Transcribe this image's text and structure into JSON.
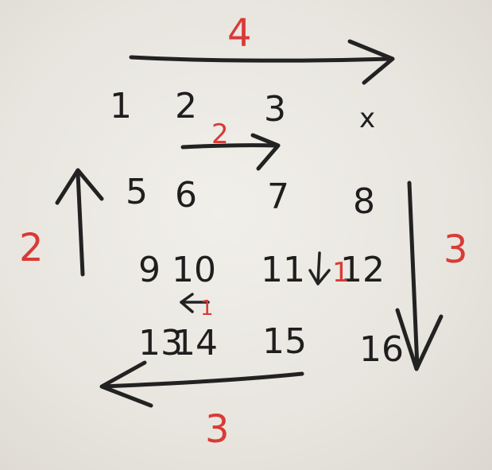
{
  "grid": {
    "rows": [
      [
        "1",
        "2",
        "3",
        "x"
      ],
      [
        "5",
        "6",
        "7",
        "8"
      ],
      [
        "9",
        "10",
        "11",
        "12"
      ],
      [
        "13",
        "14",
        "15",
        "16"
      ]
    ]
  },
  "annotations": {
    "top_arrow_label": "4",
    "inner_top_arrow_label": "2",
    "left_arrow_label": "2",
    "right_arrow_label": "3",
    "bottom_arrow_label": "3",
    "small_arrow_label": "1",
    "marker_between_11_12": "1"
  },
  "colors": {
    "ink": "#222222",
    "annotation": "#d93a36",
    "paper": "#ebe8e2"
  }
}
